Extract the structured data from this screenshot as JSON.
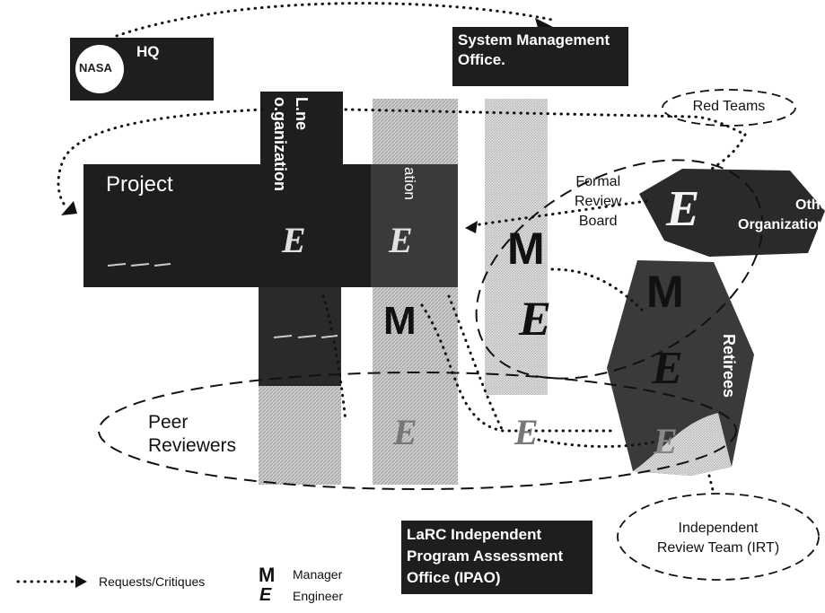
{
  "diagram": {
    "hq_label": "HQ",
    "nasa_label": "NASA",
    "smo_label": "System Management\nOffice.",
    "red_teams_label": "Red Teams",
    "project_label": "Project",
    "line_org_label": "L.ne\no.ganization",
    "org_label": "ation",
    "formal_review_label": "Formal\nReview\nBoard",
    "other_orgs_label": "Other\nOrganizations",
    "retirees_label": "Retirees",
    "peer_reviewers_label": "Peer\nReviewers",
    "ipao_label": "LaRC Independent\nProgram Assessment\nOffice (IPAO)",
    "irt_label": "Independent\nReview Team (IRT)"
  },
  "legend": {
    "requests_label": "Requests/Critiques",
    "manager_label": "Manager",
    "engineer_label": "Engineer"
  },
  "glyphs": {
    "manager": "M",
    "engineer": "E"
  },
  "colors": {
    "dark": "#1e1e1e",
    "grey_dark": "#3a3a3a",
    "grey_mid": "#8a8a8a",
    "grey_light": "#d6d6d6",
    "ink": "#111111"
  }
}
